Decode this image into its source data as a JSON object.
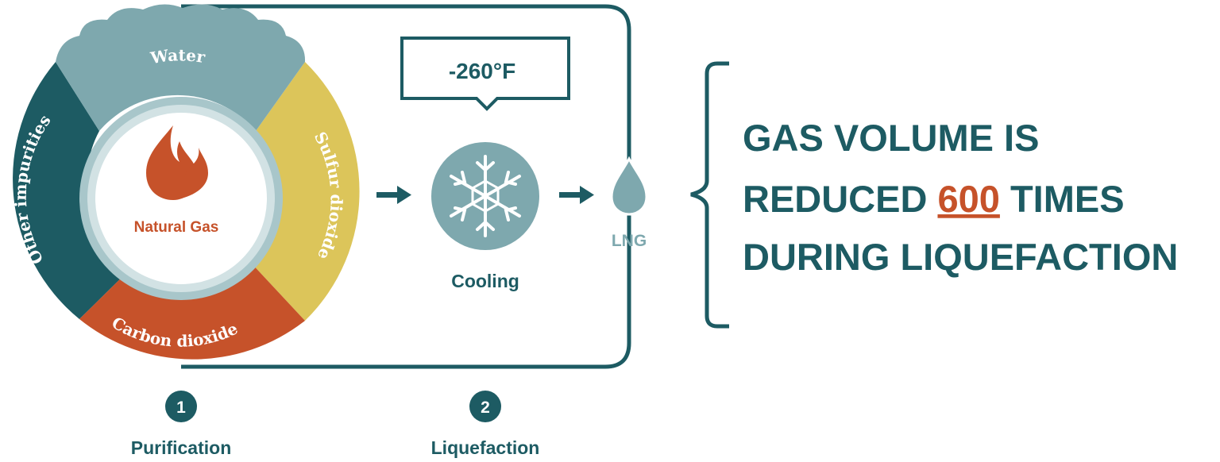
{
  "colors": {
    "teal_dark": "#1d5b63",
    "teal_light": "#7ea8ae",
    "teal_pale": "#a8c6ca",
    "orange": "#c6522a",
    "yellow": "#dcc55a",
    "white": "#ffffff"
  },
  "ring": {
    "center_label": "Natural Gas",
    "center_icon": "flame-icon",
    "segments": [
      {
        "label": "Water",
        "color": "#7ea8ae"
      },
      {
        "label": "Sulfur dioxide",
        "color": "#dcc55a"
      },
      {
        "label": "Carbon dioxide",
        "color": "#c6522a"
      },
      {
        "label": "Other impurities",
        "color": "#1d5b63"
      }
    ]
  },
  "temperature": "-260°F",
  "cooling": {
    "label": "Cooling",
    "icon": "snowflake-icon"
  },
  "product": {
    "label": "LNG",
    "icon": "droplet-icon"
  },
  "steps": [
    {
      "number": "1",
      "label": "Purification"
    },
    {
      "number": "2",
      "label": "Liquefaction"
    }
  ],
  "headline": {
    "line1": "GAS VOLUME IS",
    "line2_pre": "REDUCED ",
    "line2_num": "600",
    "line2_post": " TIMES",
    "line3": "DURING LIQUEFACTION"
  }
}
